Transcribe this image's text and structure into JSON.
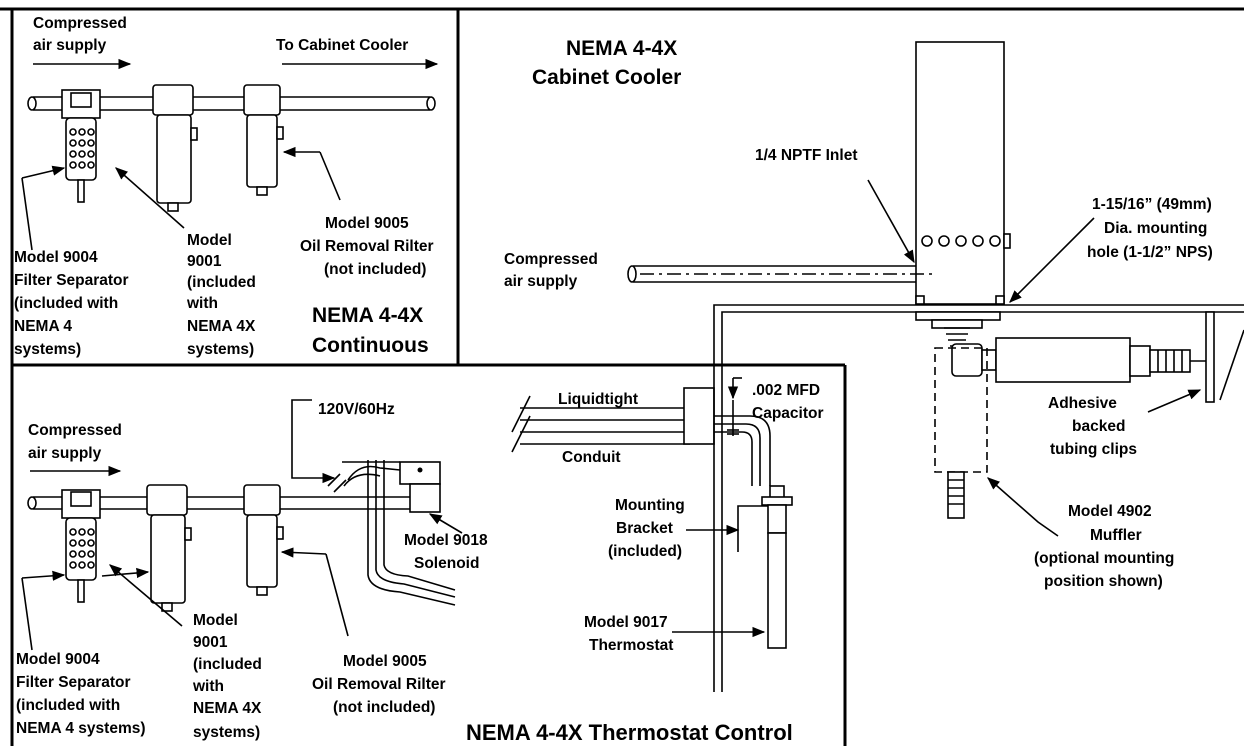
{
  "panel_continuous": {
    "air_in": [
      "Compressed",
      "air supply"
    ],
    "to_cooler": "To Cabinet Cooler",
    "filter_sep": [
      "Model 9004",
      "Filter Separator",
      "(included with",
      "NEMA 4",
      "systems)"
    ],
    "model_9001": [
      "Model",
      "9001",
      "(included",
      "with",
      "NEMA 4X",
      "systems)"
    ],
    "oil_filter": [
      "Model 9005",
      "Oil Removal Rilter",
      "(not included)"
    ],
    "title": [
      "NEMA 4-4X",
      "Continuous"
    ]
  },
  "panel_thermostat": {
    "air_in": [
      "Compressed",
      "air supply"
    ],
    "voltage": "120V/60Hz",
    "solenoid": [
      "Model 9018",
      "Solenoid"
    ],
    "filter_sep": [
      "Model 9004",
      "Filter Separator",
      "(included with",
      "NEMA 4 systems)"
    ],
    "model_9001": [
      "Model",
      "9001",
      "(included",
      "with",
      "NEMA 4X",
      "systems)"
    ],
    "oil_filter": [
      "Model 9005",
      "Oil Removal Rilter",
      "(not included)"
    ],
    "liquidtight": "Liquidtight",
    "conduit": "Conduit",
    "capacitor": [
      ".002 MFD",
      "Capacitor"
    ],
    "bracket": [
      "Mounting",
      "Bracket",
      "(included)"
    ],
    "thermostat": [
      "Model 9017",
      "Thermostat"
    ],
    "title": "NEMA 4-4X Thermostat Control"
  },
  "panel_cooler": {
    "title": [
      "NEMA 4-4X",
      "Cabinet Cooler"
    ],
    "inlet": "1/4 NPTF Inlet",
    "mount_hole": [
      "1-15/16” (49mm)",
      "Dia. mounting",
      "hole (1-1/2” NPS)"
    ],
    "air_in": [
      "Compressed",
      "air supply"
    ],
    "clips": [
      "Adhesive",
      "backed",
      "tubing clips"
    ],
    "muffler": [
      "Model 4902",
      "Muffler",
      "(optional mounting",
      "position shown)"
    ]
  }
}
